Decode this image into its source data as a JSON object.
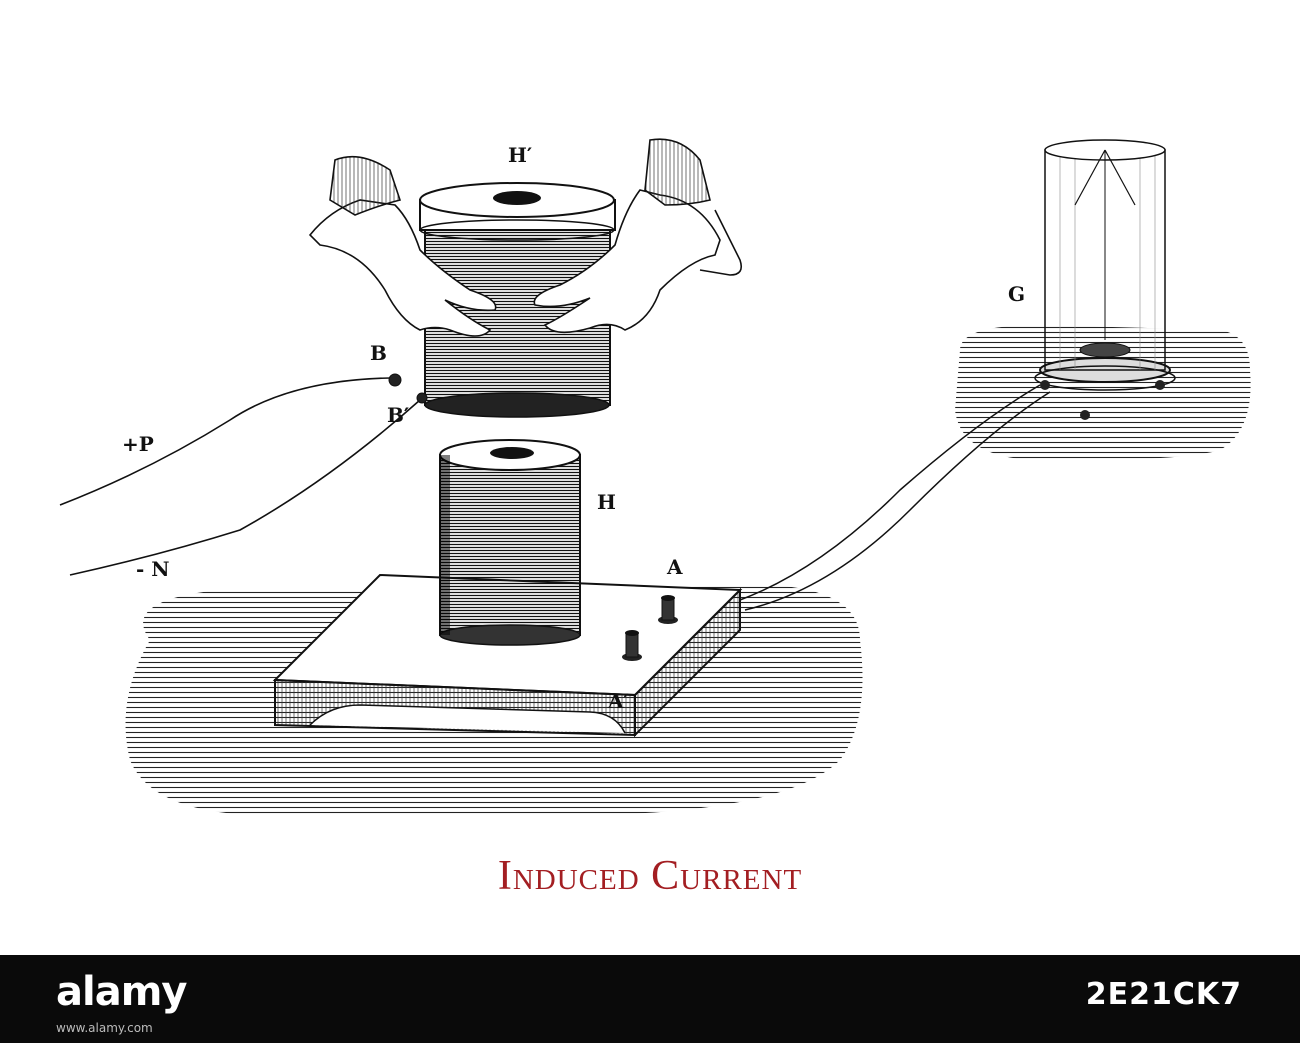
{
  "labels": {
    "h_prime": "H′",
    "g": "G",
    "b_upper": "B",
    "b_lower": "B′",
    "plus_p": "+P",
    "minus_n": "- N",
    "h": "H",
    "a_upper": "A",
    "a_lower": "A′"
  },
  "caption": "Induced Current",
  "colors": {
    "caption": "#a31e22",
    "ink": "#111111",
    "footer": "#0a0a0a"
  },
  "footer": {
    "logo": "alamy",
    "image_id": "2E21CK7",
    "url": "www.alamy.com"
  }
}
